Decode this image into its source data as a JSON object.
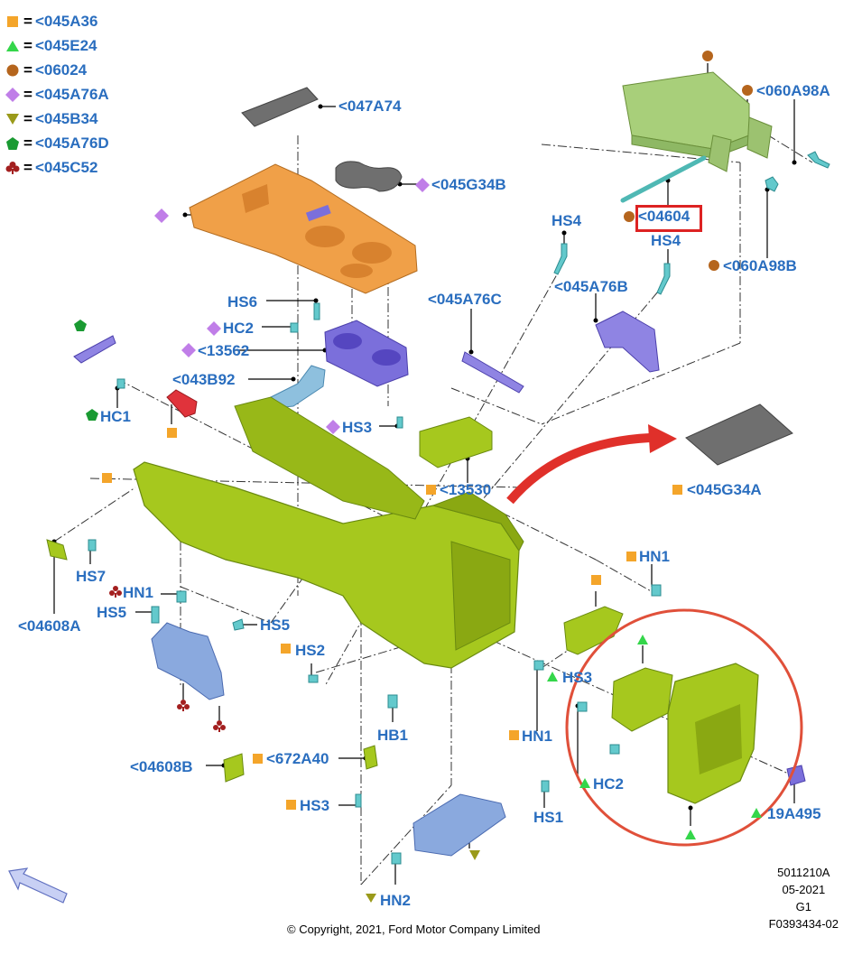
{
  "legend": [
    {
      "symbol": "square",
      "color": "#f4a52a",
      "code": "<045A36"
    },
    {
      "symbol": "triangle",
      "color": "#34d64a",
      "code": "<045E24"
    },
    {
      "symbol": "circle",
      "color": "#b5651d",
      "code": "<06024"
    },
    {
      "symbol": "diamond",
      "color": "#c07ee8",
      "code": "<045A76A"
    },
    {
      "symbol": "triangle-down",
      "color": "#9a9a1a",
      "code": "<045B34"
    },
    {
      "symbol": "pentagon",
      "color": "#1a9a32",
      "code": "<045A76D"
    },
    {
      "symbol": "club",
      "color": "#a31f1f",
      "code": "<045C52"
    }
  ],
  "callouts": {
    "c047A74": "<047A74",
    "c045G34B": "<045G34B",
    "c060A98A": "<060A98A",
    "c04604": "<04604",
    "c060A98B": "<060A98B",
    "hs4a": "HS4",
    "hs4b": "HS4",
    "c045A76C": "<045A76C",
    "c045A76B": "<045A76B",
    "hs6": "HS6",
    "hc2a": "HC2",
    "c13562": "<13562",
    "c043B92": "<043B92",
    "hc1": "HC1",
    "hs3a": "HS3",
    "c13530": "<13530",
    "c045G34A": "<045G34A",
    "hs7": "HS7",
    "hn1a": "HN1",
    "hs5a": "HS5",
    "hs5b": "HS5",
    "c04608A": "<04608A",
    "hs2": "HS2",
    "hn1b": "HN1",
    "hs3b": "HS3",
    "hb1": "HB1",
    "hn1c": "HN1",
    "c04608B": "<04608B",
    "c672A40": "<672A40",
    "hc2b": "HC2",
    "c19A495": "19A495",
    "hs3c": "HS3",
    "hs1": "HS1",
    "hn2": "HN2"
  },
  "meta": {
    "line1": "5011210A",
    "line2": "05-2021",
    "line3": "G1",
    "line4": "F0393434-02"
  },
  "copyright": "© Copyright, 2021, Ford Motor Company Limited",
  "colors": {
    "label": "#2a6ebf",
    "console_green": "#a6c81e",
    "orange_part": "#f0a048",
    "purple_part": "#7b6fdb",
    "blue_part": "#8aa9de",
    "highlight_red": "#d22222"
  }
}
